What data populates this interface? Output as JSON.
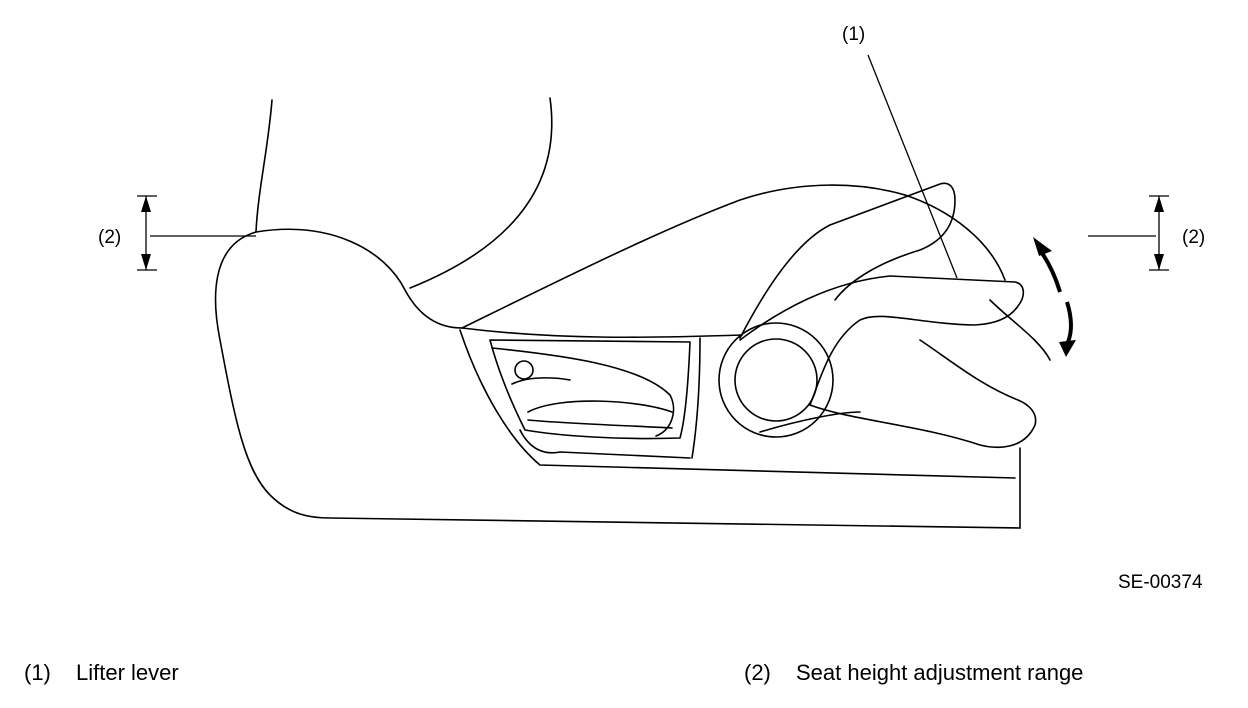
{
  "callouts": {
    "lever": "(1)",
    "range_left": "(2)",
    "range_right": "(2)"
  },
  "figure_code": "SE-00374",
  "legend": [
    {
      "num": "(1)",
      "text": "Lifter lever"
    },
    {
      "num": "(2)",
      "text": "Seat height adjustment range"
    }
  ]
}
